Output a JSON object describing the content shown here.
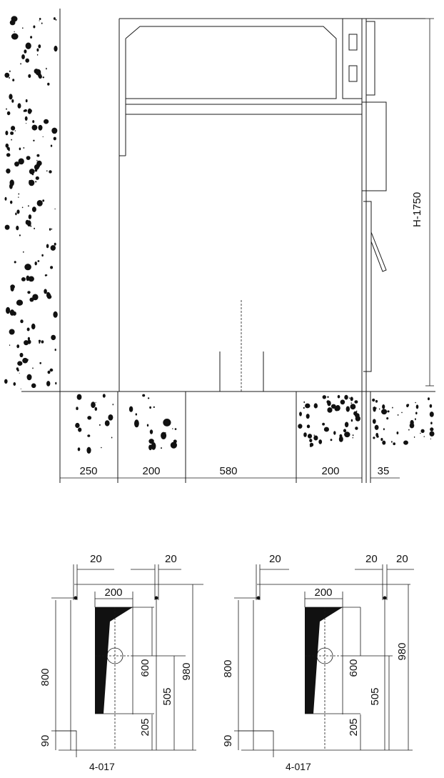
{
  "elevation": {
    "height_label": "H-1750",
    "bottom_dims": [
      "250",
      "200",
      "580",
      "200",
      "35"
    ]
  },
  "detail_left": {
    "top_dim_a": "20",
    "top_dim_b": "20",
    "width_dim": "200",
    "height_800": "800",
    "height_980": "980",
    "height_600": "600",
    "height_505": "505",
    "height_205": "205",
    "base_90": "90",
    "hole_label": "4-017"
  },
  "detail_right": {
    "top_dim_a": "20",
    "top_dim_b": "20",
    "top_dim_c": "20",
    "width_dim": "200",
    "height_800": "800",
    "height_980": "980",
    "height_600": "600",
    "height_505": "505",
    "height_205": "205",
    "base_90": "90",
    "hole_label": "4-017"
  }
}
